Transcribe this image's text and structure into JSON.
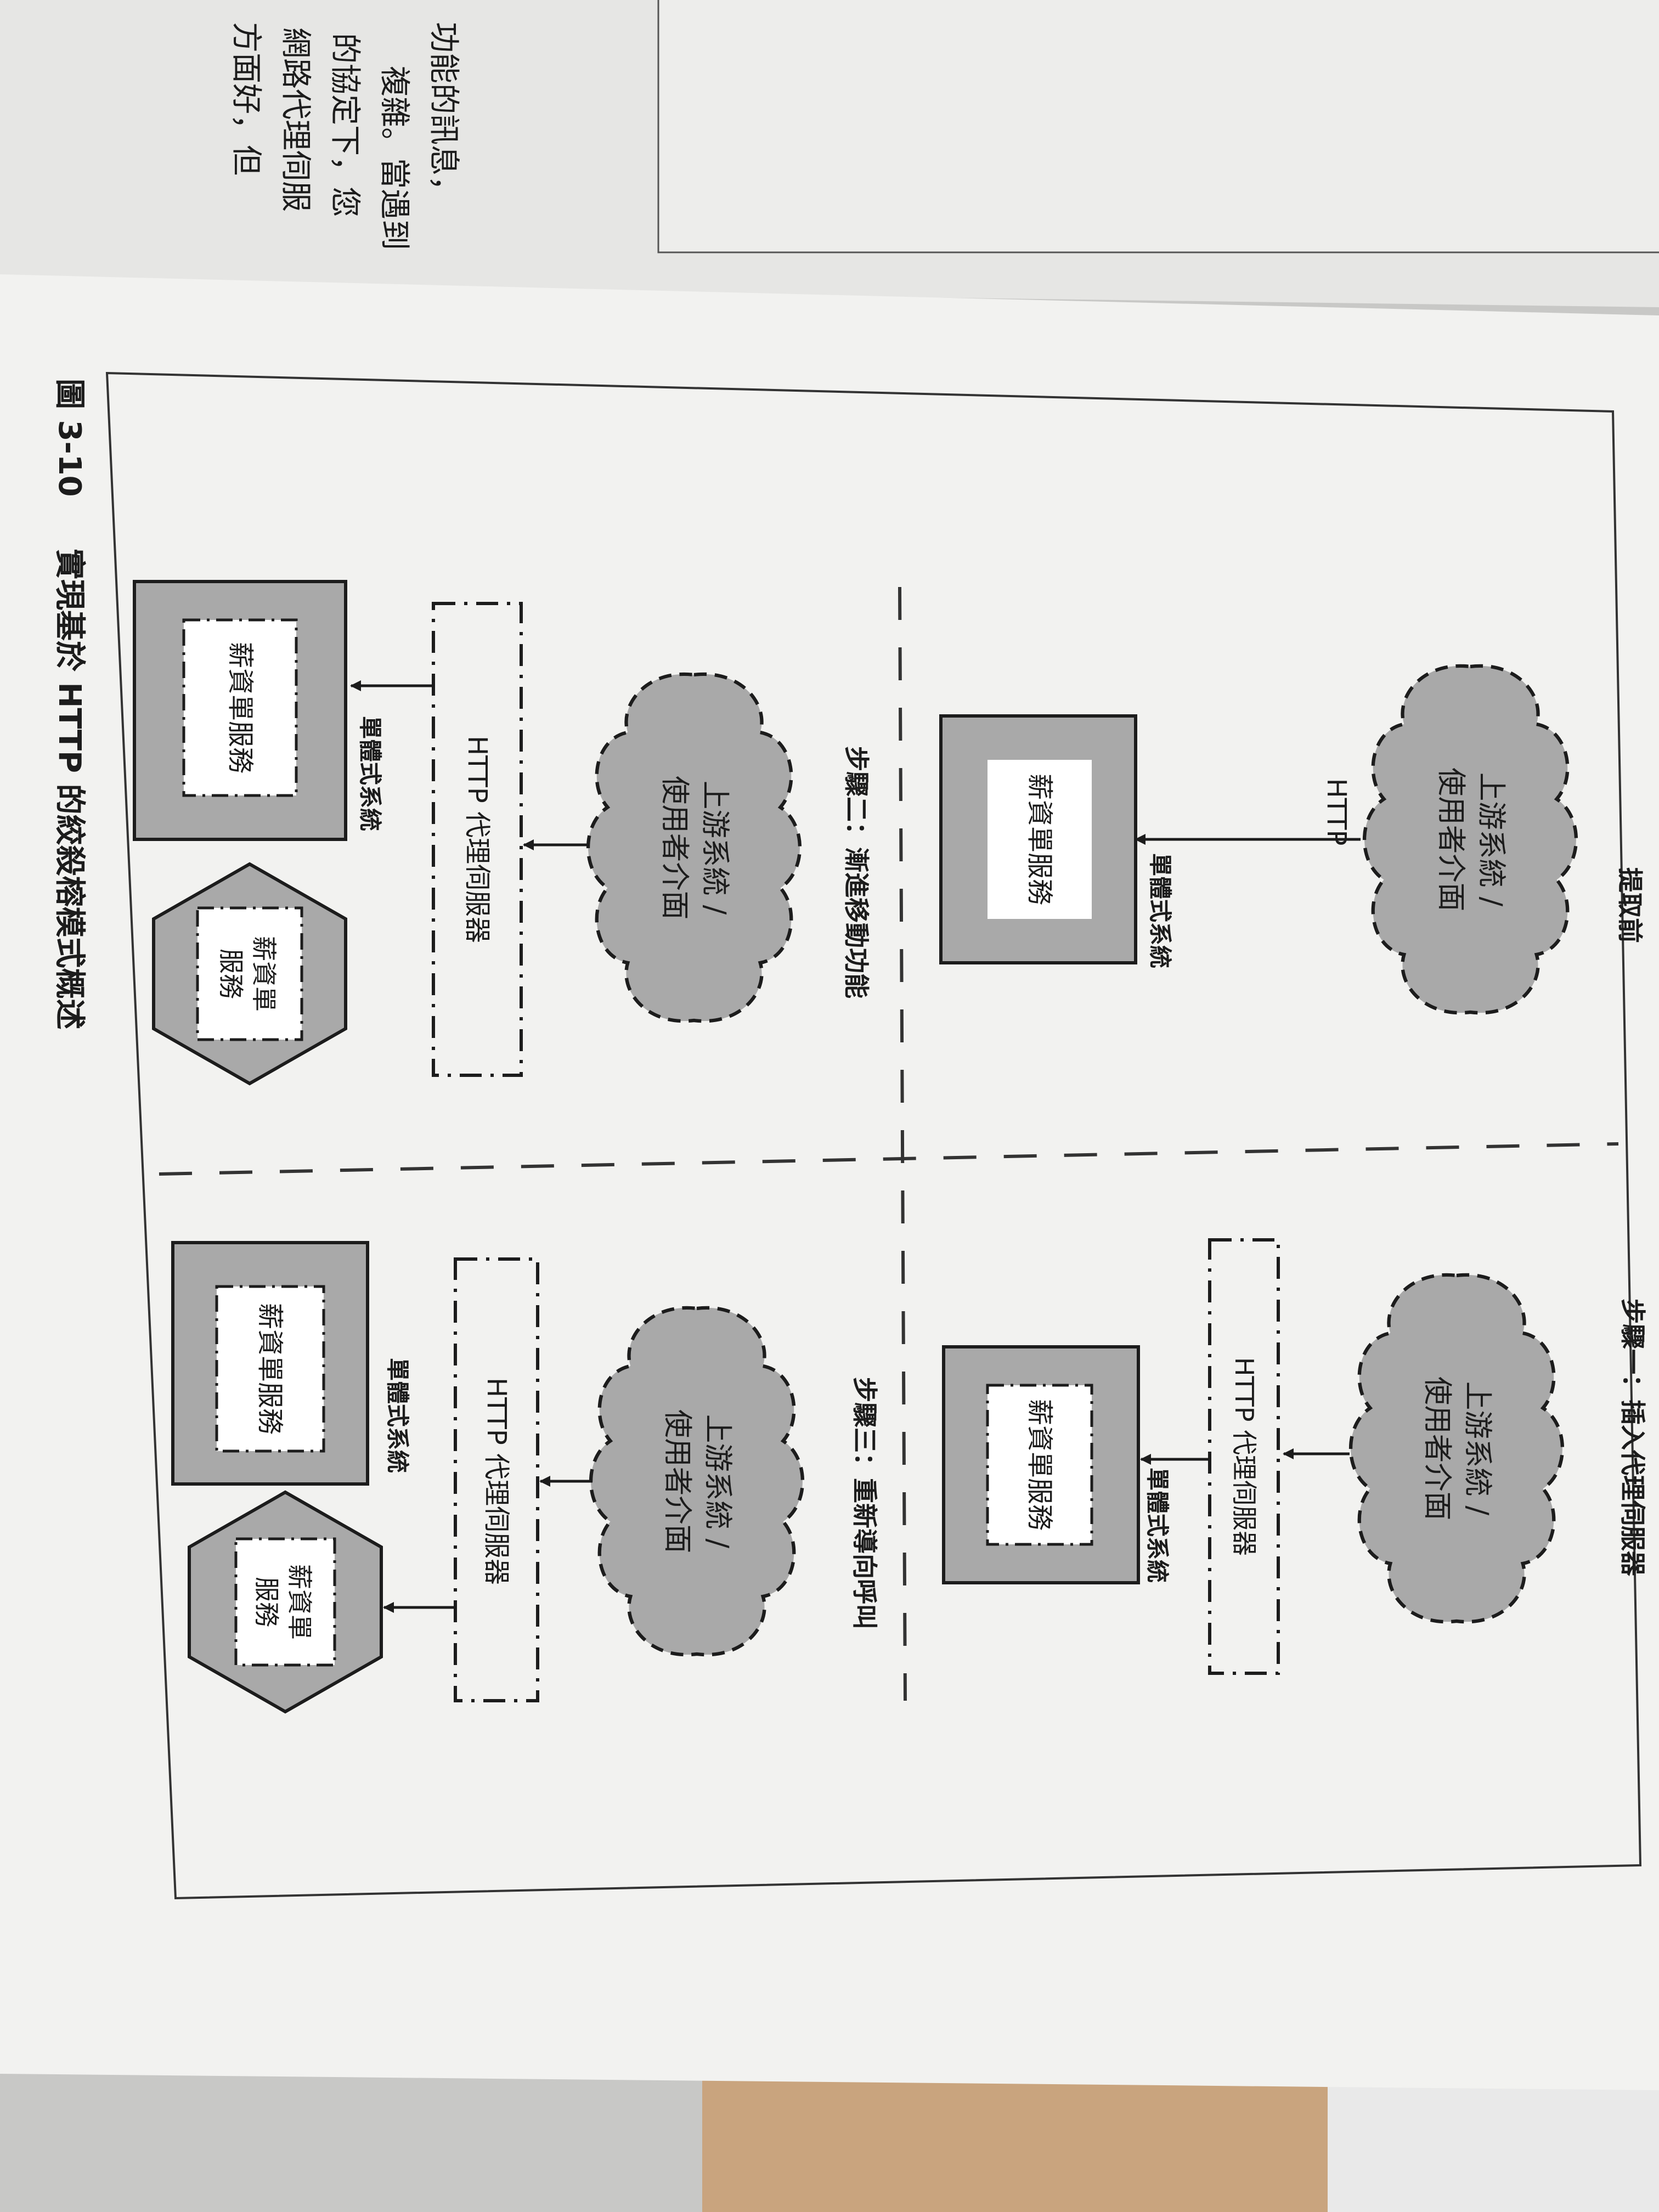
{
  "figure": {
    "number": "圖 3-10",
    "caption": "實現基於 HTTP 的絞殺榕模式概述"
  },
  "prev_page": {
    "line1": "功能的訊息，",
    "line2": "複雜。當遇到",
    "line3": "的協定下，您",
    "line4": "網路代理伺服",
    "line5": "方面好，但"
  },
  "panels": {
    "before": {
      "title": "提取前",
      "upstream": {
        "line1": "上游系統 /",
        "line2": "使用者介面"
      },
      "connector": "HTTP",
      "monolith": {
        "label": "單體式系統",
        "inner": "薪資單服務"
      }
    },
    "step1": {
      "title": "步驟一：插入代理伺服器",
      "upstream": {
        "line1": "上游系統 /",
        "line2": "使用者介面"
      },
      "proxy": "HTTP 代理伺服器",
      "monolith": {
        "label": "單體式系統",
        "inner": "薪資單服務"
      }
    },
    "step2": {
      "title": "步驟二：漸進移動功能",
      "upstream": {
        "line1": "上游系統 /",
        "line2": "使用者介面"
      },
      "proxy": "HTTP 代理伺服器",
      "monolith": {
        "label": "單體式系統",
        "inner": "薪資單服務"
      },
      "service": {
        "line1": "薪資單",
        "line2": "服務"
      }
    },
    "step3": {
      "title": "步驟三：重新導向呼叫",
      "upstream": {
        "line1": "上游系統 /",
        "line2": "使用者介面"
      },
      "proxy": "HTTP 代理伺服器",
      "monolith": {
        "label": "單體式系統",
        "inner": "薪資單服務"
      },
      "service": {
        "line1": "薪資單",
        "line2": "服務"
      }
    }
  },
  "colors": {
    "page": "#f2f2f0",
    "shape_fill": "#a9a9a9",
    "inner_fill": "#ffffff",
    "ink": "#1c1c1c"
  }
}
